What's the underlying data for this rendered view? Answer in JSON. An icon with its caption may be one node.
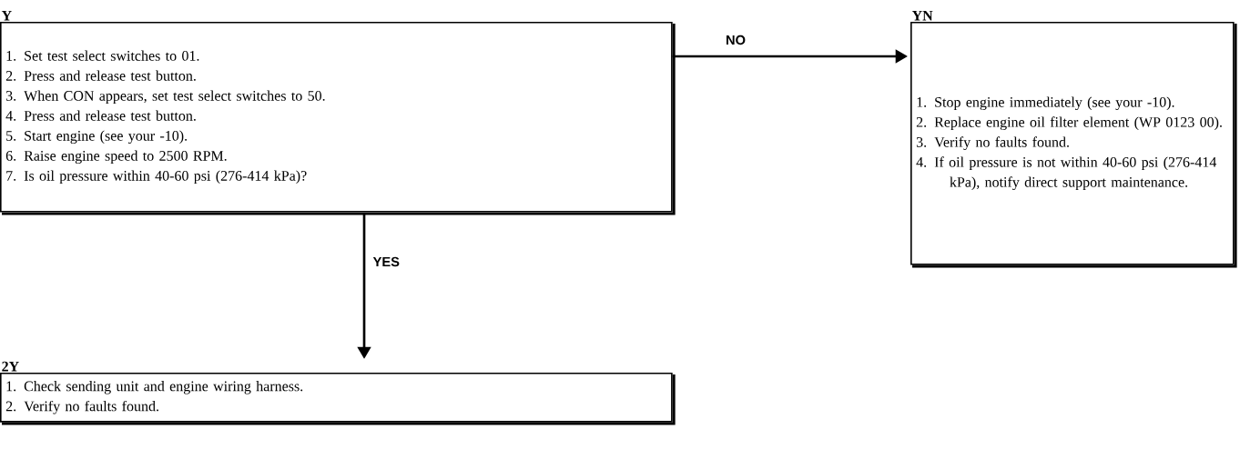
{
  "diagram": {
    "nodes": [
      {
        "text": [
          "Y",
          "1. Set test select switches to 01.",
          "2. Press and release test button.",
          "3. When CON appears, set test select switches to 50.",
          "4. Press and release test button.",
          "5. Start engine (see your -10).",
          "6. Raise engine speed to 2500 RPM.",
          "7. Is oil pressure within 40-60 psi (276-414 kPa)?"
        ]
      },
      {
        "text": [
          "YN",
          "1. Stop engine immediately (see your -10).",
          "2. Replace engine oil filter element (WP 0123 00).",
          "3. Verify no faults found.",
          "4. If oil pressure is not within 40-60 psi (276-414 kPa), notify direct support maintenance."
        ]
      },
      {
        "text": [
          "2Y",
          "1. Check sending unit and engine wiring harness.",
          "2. Verify no faults found."
        ]
      }
    ],
    "edges": [
      {
        "from": 0,
        "to": 1,
        "arrow": "to",
        "label": "NO"
      },
      {
        "from": 0,
        "to": 2,
        "arrow": "to",
        "label": "YES"
      }
    ]
  }
}
